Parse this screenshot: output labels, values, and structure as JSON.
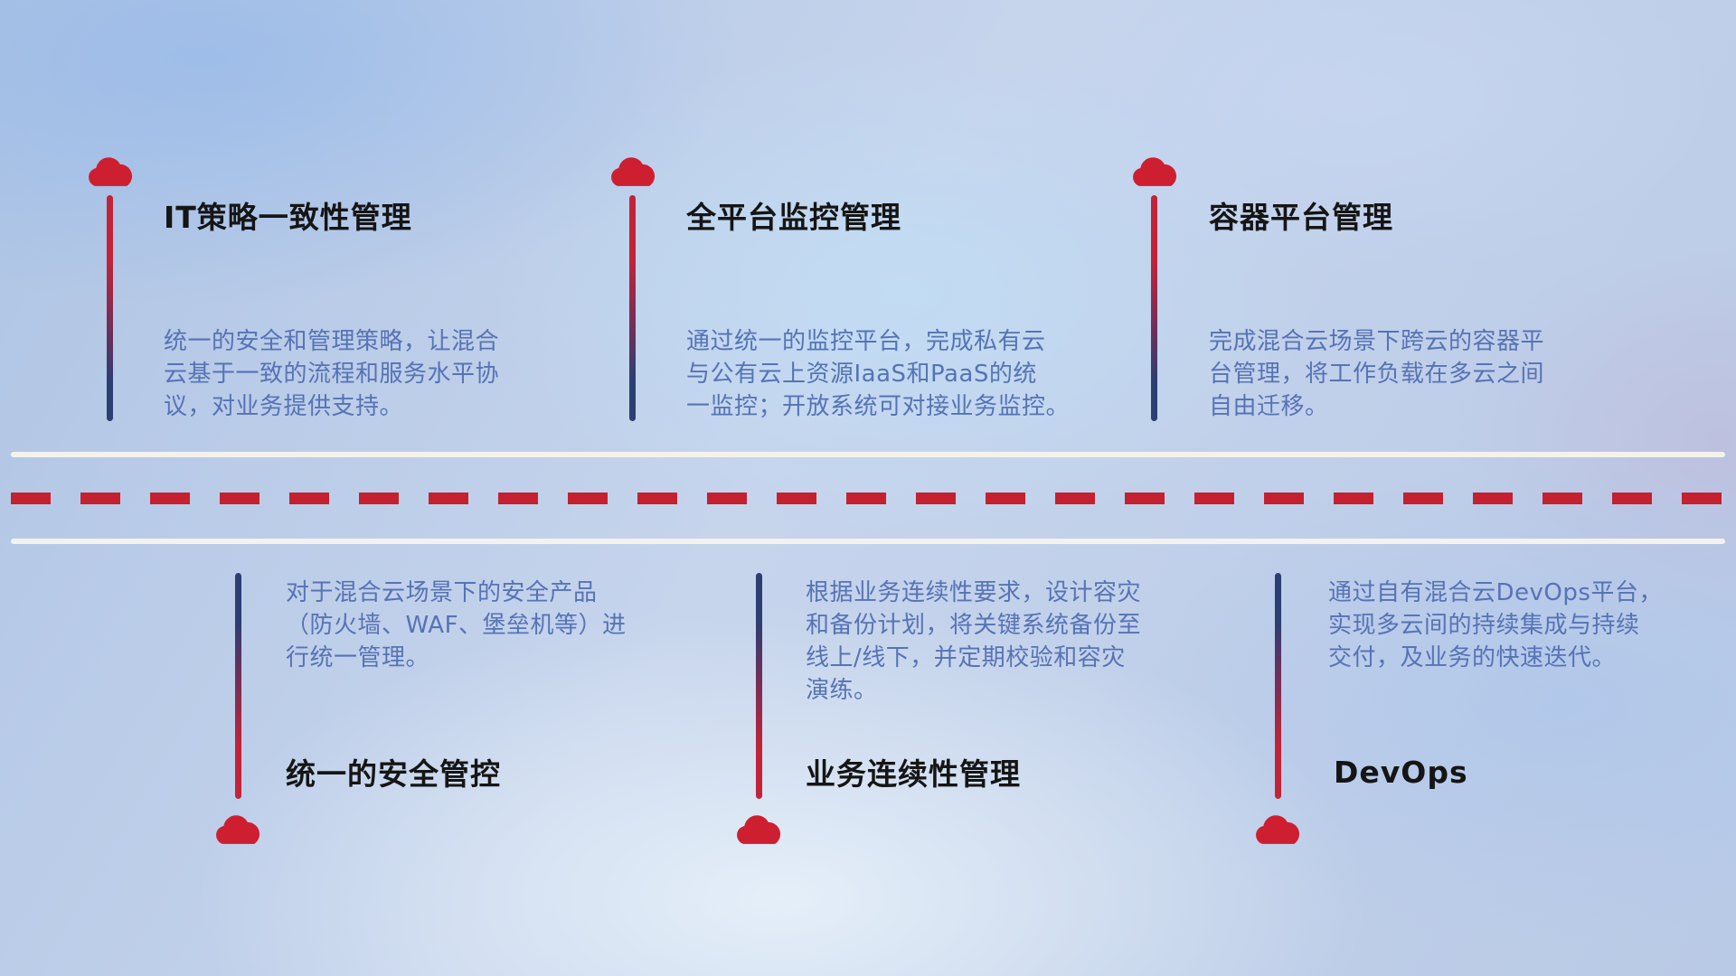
{
  "colors": {
    "cloud_red": "#cd1f30",
    "dash_red": "#c5202f",
    "stem_red": "#c32338",
    "stem_navy": "#2c3e72",
    "desc_blue": "#5673b5",
    "title_black": "#151515",
    "road_white": "#f4f2ec"
  },
  "top_items": [
    {
      "title": "IT策略一致性管理",
      "description": "统一的安全和管理策略，让混合\n云基于一致的流程和服务水平协\n议，对业务提供支持。"
    },
    {
      "title": "全平台监控管理",
      "description": "通过统一的监控平台，完成私有云\n与公有云上资源IaaS和PaaS的统\n一监控；开放系统可对接业务监控。"
    },
    {
      "title": "容器平台管理",
      "description": "完成混合云场景下跨云的容器平\n台管理，将工作负载在多云之间\n自由迁移。"
    }
  ],
  "bottom_items": [
    {
      "title": "统一的安全管控",
      "description": "对于混合云场景下的安全产品\n（防火墙、WAF、堡垒机等）进\n行统一管理。"
    },
    {
      "title": "业务连续性管理",
      "description": "根据业务连续性要求，设计容灾\n和备份计划，将关键系统备份至\n线上/线下，并定期校验和容灾\n演练。"
    },
    {
      "title": "DevOps",
      "description": "通过自有混合云DevOps平台，\n实现多云间的持续集成与持续\n交付，及业务的快速迭代。"
    }
  ]
}
